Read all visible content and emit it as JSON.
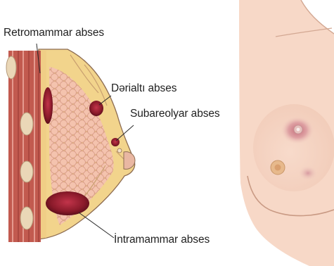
{
  "labels": {
    "retromammar": "Retromammar abses",
    "derialti": "Dərialtı abses",
    "subareolyar": "Subareolyar  abses",
    "intramammar": "İntramammar abses"
  },
  "colors": {
    "skin": "#f6d6c4",
    "muscle": "#c0584e",
    "fat_lobule": "#f4c6b0",
    "gland_yellow": "#f1d98a",
    "abscess": "#8a1a2a",
    "outline": "#7a5a48"
  }
}
